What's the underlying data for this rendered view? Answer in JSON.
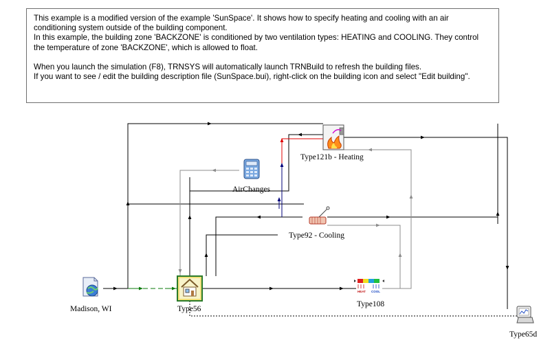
{
  "description": {
    "lines": [
      "This example is a modified version of the example 'SunSpace'.  It shows how to specify heating and cooling with an air",
      "conditioning system outside of the building component.",
      "In this example, the building zone 'BACKZONE' is conditioned by two ventilation types: HEATING and COOLING.  They control",
      "the temperature of zone 'BACKZONE', which is allowed to float.",
      "",
      "When you launch the simulation (F8), TRNSYS will automatically launch TRNBuild to refresh the building files.",
      "If you want to see / edit the building description file (SunSpace.bui), right-click on the building icon and select \"Edit building\"."
    ]
  },
  "components": {
    "weather": {
      "label": "Madison, WI",
      "icon": "weather-data-icon"
    },
    "building": {
      "label": "Type56",
      "icon": "building-house-icon"
    },
    "heating": {
      "label": "Type121b - Heating",
      "icon": "heater-flame-icon"
    },
    "cooling": {
      "label": "Type92 - Cooling",
      "icon": "cooling-coil-icon"
    },
    "airchanges": {
      "label": "AirChanges",
      "icon": "calculator-icon"
    },
    "integrator": {
      "label": "Type108",
      "icon": "heat-cool-integrator-icon",
      "icon_text": [
        "HEAT",
        "COOL"
      ]
    },
    "plotter": {
      "label": "Type65d",
      "icon": "online-plotter-icon"
    }
  },
  "colors": {
    "link_black": "#000000",
    "link_gray": "#8c8c8c",
    "link_red": "#e00000",
    "link_blue": "#00007a",
    "link_green": "#0a7a0a"
  }
}
